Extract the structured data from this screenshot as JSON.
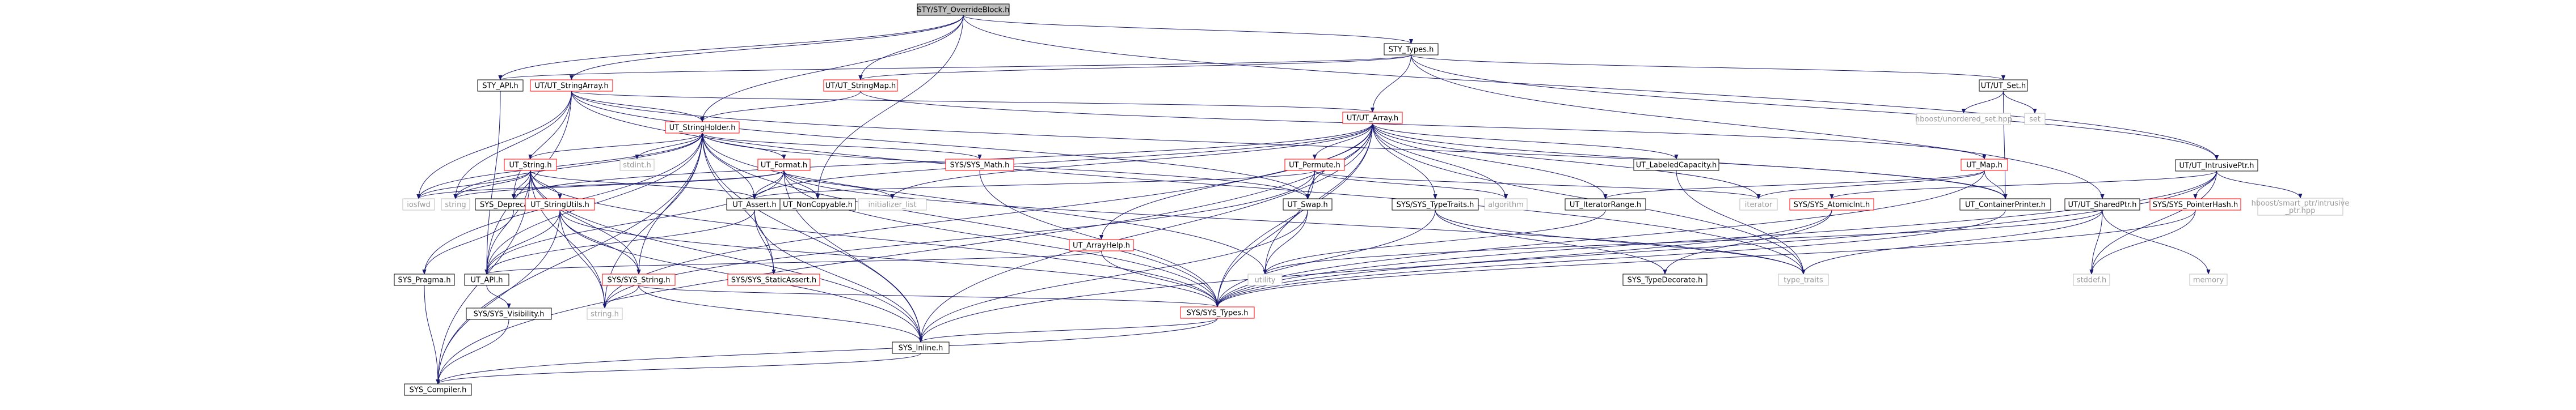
{
  "graph": {
    "nodes": [
      {
        "id": "root",
        "label": "STY/STY_OverrideBlock.h",
        "kind": "root"
      },
      {
        "id": "sty_types",
        "label": "STY_Types.h",
        "kind": "box"
      },
      {
        "id": "sty_api",
        "label": "STY_API.h",
        "kind": "box"
      },
      {
        "id": "ut_stringarray",
        "label": "UT/UT_StringArray.h",
        "kind": "red"
      },
      {
        "id": "ut_stringmap",
        "label": "UT/UT_StringMap.h",
        "kind": "red"
      },
      {
        "id": "ut_set",
        "label": "UT/UT_Set.h",
        "kind": "box"
      },
      {
        "id": "boost_unordered",
        "label": "hboost/unordered_set.hpp",
        "kind": "gray"
      },
      {
        "id": "set",
        "label": "set",
        "kind": "gray"
      },
      {
        "id": "ut_intrusiveptr",
        "label": "UT/UT_IntrusivePtr.h",
        "kind": "box"
      },
      {
        "id": "ut_array",
        "label": "UT/UT_Array.h",
        "kind": "red"
      },
      {
        "id": "ut_stringholder",
        "label": "UT_StringHolder.h",
        "kind": "red"
      },
      {
        "id": "ut_string",
        "label": "UT_String.h",
        "kind": "red"
      },
      {
        "id": "stdint",
        "label": "stdint.h",
        "kind": "gray"
      },
      {
        "id": "ut_format",
        "label": "UT_Format.h",
        "kind": "red"
      },
      {
        "id": "sys_math",
        "label": "SYS/SYS_Math.h",
        "kind": "red"
      },
      {
        "id": "ut_permute",
        "label": "UT_Permute.h",
        "kind": "red"
      },
      {
        "id": "ut_labeledcapacity",
        "label": "UT_LabeledCapacity.h",
        "kind": "box"
      },
      {
        "id": "ut_map",
        "label": "UT_Map.h",
        "kind": "red"
      },
      {
        "id": "ut_sharedptr",
        "label": "UT/UT_SharedPtr.h",
        "kind": "box"
      },
      {
        "id": "sys_pointerhash",
        "label": "SYS/SYS_PointerHash.h",
        "kind": "red"
      },
      {
        "id": "boost_intrusive",
        "label": "hboost/smart_ptr/intrusive\n_ptr.hpp",
        "kind": "gray"
      },
      {
        "id": "iosfwd",
        "label": "iosfwd",
        "kind": "gray"
      },
      {
        "id": "string",
        "label": "string",
        "kind": "gray"
      },
      {
        "id": "sys_deprecated",
        "label": "SYS_Deprecated.h",
        "kind": "box"
      },
      {
        "id": "ut_stringutils",
        "label": "UT_StringUtils.h",
        "kind": "red"
      },
      {
        "id": "ut_assert",
        "label": "UT_Assert.h",
        "kind": "box"
      },
      {
        "id": "initializer_list",
        "label": "initializer_list",
        "kind": "gray"
      },
      {
        "id": "ut_noncopyable",
        "label": "UT_NonCopyable.h",
        "kind": "box"
      },
      {
        "id": "ut_arrayhelp",
        "label": "UT_ArrayHelp.h",
        "kind": "red"
      },
      {
        "id": "ut_swap",
        "label": "UT_Swap.h",
        "kind": "box"
      },
      {
        "id": "sys_typetraits",
        "label": "SYS/SYS_TypeTraits.h",
        "kind": "box"
      },
      {
        "id": "algorithm",
        "label": "algorithm",
        "kind": "gray"
      },
      {
        "id": "ut_iteratorrange",
        "label": "UT_IteratorRange.h",
        "kind": "box"
      },
      {
        "id": "sys_atomicint",
        "label": "SYS/SYS_AtomicInt.h",
        "kind": "red"
      },
      {
        "id": "iterator",
        "label": "iterator",
        "kind": "gray"
      },
      {
        "id": "ut_containerprinter",
        "label": "UT_ContainerPrinter.h",
        "kind": "box"
      },
      {
        "id": "sys_pragma",
        "label": "SYS_Pragma.h",
        "kind": "box"
      },
      {
        "id": "ut_api",
        "label": "UT_API.h",
        "kind": "box"
      },
      {
        "id": "sys_string",
        "label": "SYS/SYS_String.h",
        "kind": "red"
      },
      {
        "id": "sys_staticassert",
        "label": "SYS/SYS_StaticAssert.h",
        "kind": "red"
      },
      {
        "id": "utility",
        "label": "utility",
        "kind": "gray"
      },
      {
        "id": "sys_typedecorate",
        "label": "SYS_TypeDecorate.h",
        "kind": "box"
      },
      {
        "id": "type_traits",
        "label": "type_traits",
        "kind": "gray"
      },
      {
        "id": "stddef",
        "label": "stddef.h",
        "kind": "gray"
      },
      {
        "id": "memory",
        "label": "memory",
        "kind": "gray"
      },
      {
        "id": "sys_visibility",
        "label": "SYS/SYS_Visibility.h",
        "kind": "box"
      },
      {
        "id": "string_h",
        "label": "string.h",
        "kind": "gray"
      },
      {
        "id": "sys_types",
        "label": "SYS/SYS_Types.h",
        "kind": "red"
      },
      {
        "id": "sys_inline",
        "label": "SYS_Inline.h",
        "kind": "box"
      },
      {
        "id": "sys_compiler",
        "label": "SYS_Compiler.h",
        "kind": "box"
      }
    ],
    "edges": [
      [
        "root",
        "sty_types"
      ],
      [
        "root",
        "sty_api"
      ],
      [
        "root",
        "ut_stringarray"
      ],
      [
        "root",
        "ut_stringmap"
      ],
      [
        "root",
        "ut_intrusiveptr"
      ],
      [
        "root",
        "ut_stringholder"
      ],
      [
        "root",
        "ut_noncopyable"
      ],
      [
        "sty_types",
        "sty_api"
      ],
      [
        "sty_types",
        "ut_stringmap"
      ],
      [
        "sty_types",
        "ut_set"
      ],
      [
        "sty_types",
        "ut_intrusiveptr"
      ],
      [
        "sty_types",
        "ut_array"
      ],
      [
        "sty_types",
        "ut_sharedptr"
      ],
      [
        "sty_api",
        "ut_api"
      ],
      [
        "ut_stringarray",
        "ut_array"
      ],
      [
        "ut_stringarray",
        "ut_stringholder"
      ],
      [
        "ut_stringarray",
        "ut_swap"
      ],
      [
        "ut_stringarray",
        "sys_deprecated"
      ],
      [
        "ut_stringarray",
        "iosfwd"
      ],
      [
        "ut_stringarray",
        "string"
      ],
      [
        "ut_stringarray",
        "ut_api"
      ],
      [
        "ut_stringarray",
        "ut_containerprinter"
      ],
      [
        "ut_stringarray",
        "type_traits"
      ],
      [
        "ut_stringmap",
        "ut_stringholder"
      ],
      [
        "ut_stringmap",
        "ut_map"
      ],
      [
        "ut_set",
        "boost_unordered"
      ],
      [
        "ut_set",
        "set"
      ],
      [
        "ut_set",
        "ut_containerprinter"
      ],
      [
        "ut_intrusiveptr",
        "sys_atomicint"
      ],
      [
        "ut_intrusiveptr",
        "sys_inline"
      ],
      [
        "ut_intrusiveptr",
        "sys_types"
      ],
      [
        "ut_intrusiveptr",
        "sys_pointerhash"
      ],
      [
        "ut_intrusiveptr",
        "boost_intrusive"
      ],
      [
        "ut_intrusiveptr",
        "stddef"
      ],
      [
        "ut_array",
        "ut_arrayhelp"
      ],
      [
        "ut_array",
        "ut_assert"
      ],
      [
        "ut_array",
        "ut_containerprinter"
      ],
      [
        "ut_array",
        "ut_iteratorrange"
      ],
      [
        "ut_array",
        "ut_labeledcapacity"
      ],
      [
        "ut_array",
        "ut_permute"
      ],
      [
        "ut_array",
        "ut_swap"
      ],
      [
        "ut_array",
        "sys_compiler"
      ],
      [
        "ut_array",
        "sys_deprecated"
      ],
      [
        "ut_array",
        "sys_typetraits"
      ],
      [
        "ut_array",
        "sys_types"
      ],
      [
        "ut_array",
        "algorithm"
      ],
      [
        "ut_array",
        "initializer_list"
      ],
      [
        "ut_array",
        "iterator"
      ],
      [
        "ut_array",
        "type_traits"
      ],
      [
        "ut_array",
        "utility"
      ],
      [
        "ut_array",
        "string_h"
      ],
      [
        "ut_array",
        "sys_inline"
      ],
      [
        "ut_stringholder",
        "ut_api"
      ],
      [
        "ut_stringholder",
        "ut_assert"
      ],
      [
        "ut_stringholder",
        "ut_format"
      ],
      [
        "ut_stringholder",
        "ut_string"
      ],
      [
        "ut_stringholder",
        "ut_swap"
      ],
      [
        "ut_stringholder",
        "sys_compiler"
      ],
      [
        "ut_stringholder",
        "sys_pragma"
      ],
      [
        "ut_stringholder",
        "sys_staticassert"
      ],
      [
        "ut_stringholder",
        "sys_string"
      ],
      [
        "ut_stringholder",
        "sys_math"
      ],
      [
        "ut_stringholder",
        "sys_types"
      ],
      [
        "ut_stringholder",
        "stdint"
      ],
      [
        "ut_stringholder",
        "iosfwd"
      ],
      [
        "ut_stringholder",
        "string"
      ],
      [
        "ut_stringholder",
        "utility"
      ],
      [
        "ut_stringholder",
        "sys_inline"
      ],
      [
        "ut_stringholder",
        "string_h"
      ],
      [
        "ut_string",
        "ut_api"
      ],
      [
        "ut_string",
        "ut_assert"
      ],
      [
        "ut_string",
        "ut_stringutils"
      ],
      [
        "ut_string",
        "sys_compiler"
      ],
      [
        "ut_string",
        "sys_deprecated"
      ],
      [
        "ut_string",
        "sys_inline"
      ],
      [
        "ut_string",
        "sys_string"
      ],
      [
        "ut_string",
        "sys_types"
      ],
      [
        "ut_string",
        "iosfwd"
      ],
      [
        "ut_string",
        "string"
      ],
      [
        "ut_string",
        "string_h"
      ],
      [
        "ut_format",
        "ut_api"
      ],
      [
        "ut_format",
        "ut_assert"
      ],
      [
        "ut_format",
        "ut_noncopyable"
      ],
      [
        "ut_format",
        "sys_types"
      ],
      [
        "ut_format",
        "initializer_list"
      ],
      [
        "ut_format",
        "iosfwd"
      ],
      [
        "ut_format",
        "string"
      ],
      [
        "ut_format",
        "type_traits"
      ],
      [
        "ut_format",
        "sys_inline"
      ],
      [
        "sys_math",
        "sys_types"
      ],
      [
        "ut_permute",
        "ut_assert"
      ],
      [
        "ut_permute",
        "ut_swap"
      ],
      [
        "ut_permute",
        "sys_types"
      ],
      [
        "ut_permute",
        "algorithm"
      ],
      [
        "ut_permute",
        "iterator"
      ],
      [
        "ut_permute",
        "string_h"
      ],
      [
        "ut_labeledcapacity",
        "type_traits"
      ],
      [
        "ut_map",
        "ut_containerprinter"
      ],
      [
        "ut_map",
        "ut_iteratorrange"
      ],
      [
        "ut_map",
        "iterator"
      ],
      [
        "ut_map",
        "sys_types"
      ],
      [
        "ut_sharedptr",
        "memory"
      ],
      [
        "ut_sharedptr",
        "stddef"
      ],
      [
        "ut_sharedptr",
        "type_traits"
      ],
      [
        "ut_sharedptr",
        "utility"
      ],
      [
        "sys_pointerhash",
        "sys_types"
      ],
      [
        "sys_pointerhash",
        "stddef"
      ],
      [
        "sys_deprecated",
        "sys_pragma"
      ],
      [
        "ut_stringutils",
        "ut_api"
      ],
      [
        "ut_stringutils",
        "sys_string"
      ],
      [
        "ut_stringutils",
        "sys_compiler"
      ],
      [
        "ut_stringutils",
        "sys_types"
      ],
      [
        "ut_stringutils",
        "string_h"
      ],
      [
        "ut_stringutils",
        "sys_inline"
      ],
      [
        "ut_assert",
        "ut_api"
      ],
      [
        "ut_assert",
        "sys_staticassert"
      ],
      [
        "ut_assert",
        "sys_inline"
      ],
      [
        "ut_arrayhelp",
        "ut_api"
      ],
      [
        "ut_arrayhelp",
        "sys_types"
      ],
      [
        "ut_swap",
        "utility"
      ],
      [
        "ut_swap",
        "sys_inline"
      ],
      [
        "sys_typetraits",
        "sys_typedecorate"
      ],
      [
        "sys_typetraits",
        "sys_types"
      ],
      [
        "sys_typetraits",
        "type_traits"
      ],
      [
        "ut_iteratorrange",
        "utility"
      ],
      [
        "sys_atomicint",
        "sys_types"
      ],
      [
        "sys_atomicint",
        "sys_typedecorate"
      ],
      [
        "ut_containerprinter",
        "sys_types"
      ],
      [
        "sys_pragma",
        "sys_compiler"
      ],
      [
        "ut_api",
        "sys_visibility"
      ],
      [
        "sys_string",
        "sys_types"
      ],
      [
        "sys_string",
        "sys_inline"
      ],
      [
        "sys_string",
        "string_h"
      ],
      [
        "sys_visibility",
        "sys_compiler"
      ],
      [
        "sys_types",
        "sys_inline"
      ],
      [
        "sys_types",
        "sys_compiler"
      ],
      [
        "sys_inline",
        "sys_compiler"
      ]
    ]
  }
}
